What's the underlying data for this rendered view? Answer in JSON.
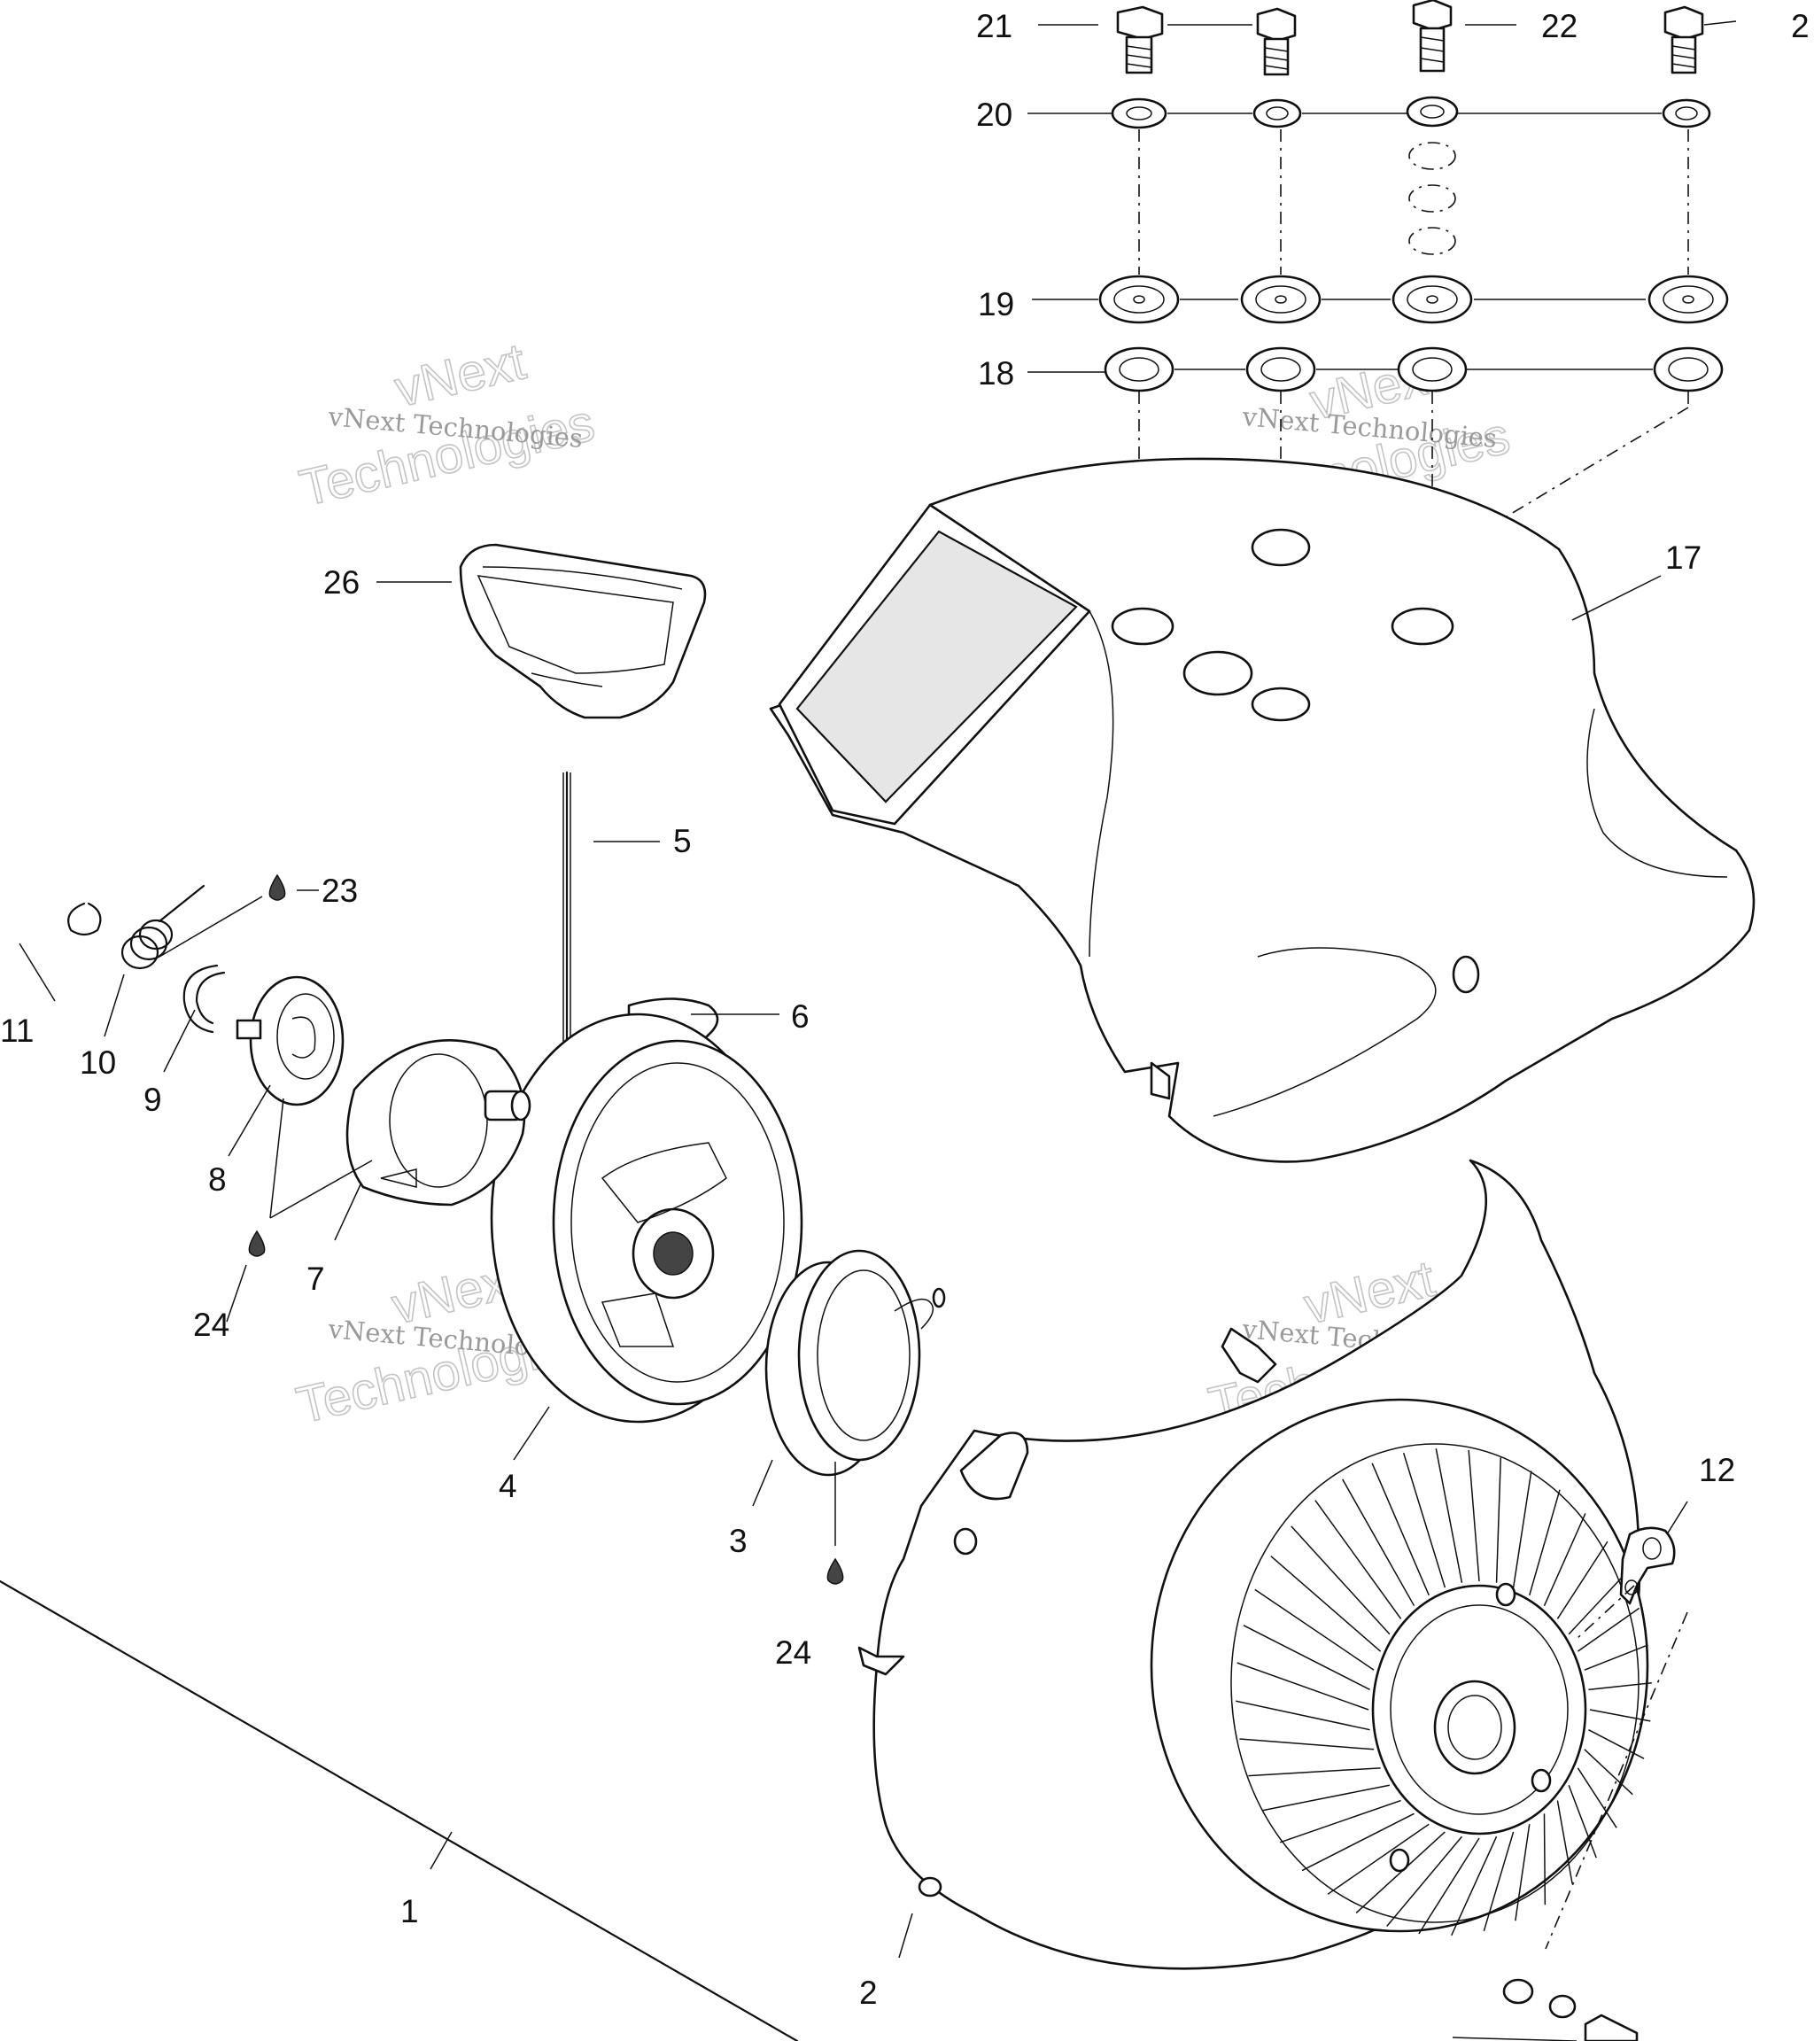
{
  "callouts": {
    "c1": "1",
    "c2": "2",
    "c3": "3",
    "c4": "4",
    "c5": "5",
    "c6": "6",
    "c7": "7",
    "c8": "8",
    "c9": "9",
    "c10": "10",
    "c11": "11",
    "c12": "12",
    "c17": "17",
    "c18": "18",
    "c19": "19",
    "c20": "20",
    "c21": "21",
    "c21b": "2",
    "c22": "22",
    "c23": "23",
    "c24a": "24",
    "c24b": "24",
    "c26": "26"
  },
  "watermark": {
    "line": "vNext Technologies",
    "big1": "vNext",
    "big2": "Technologies"
  }
}
